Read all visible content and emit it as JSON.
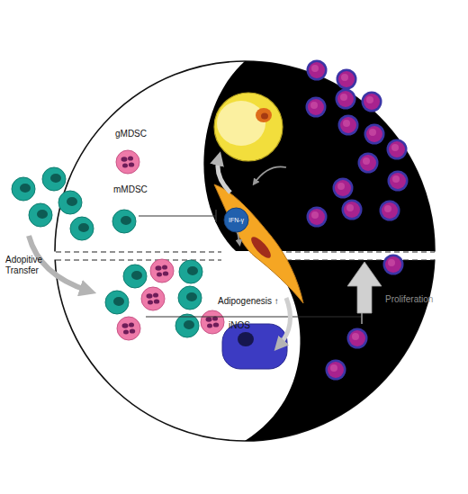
{
  "diagram": {
    "nodes": [
      {
        "text": [
          "IFN-γ"
        ]
      }
    ],
    "labels": [
      "gMDSC",
      "mMDSC",
      "Adopitive Transfer",
      "Adipogenesis ↑",
      "iNOS",
      "Proliferation"
    ]
  }
}
